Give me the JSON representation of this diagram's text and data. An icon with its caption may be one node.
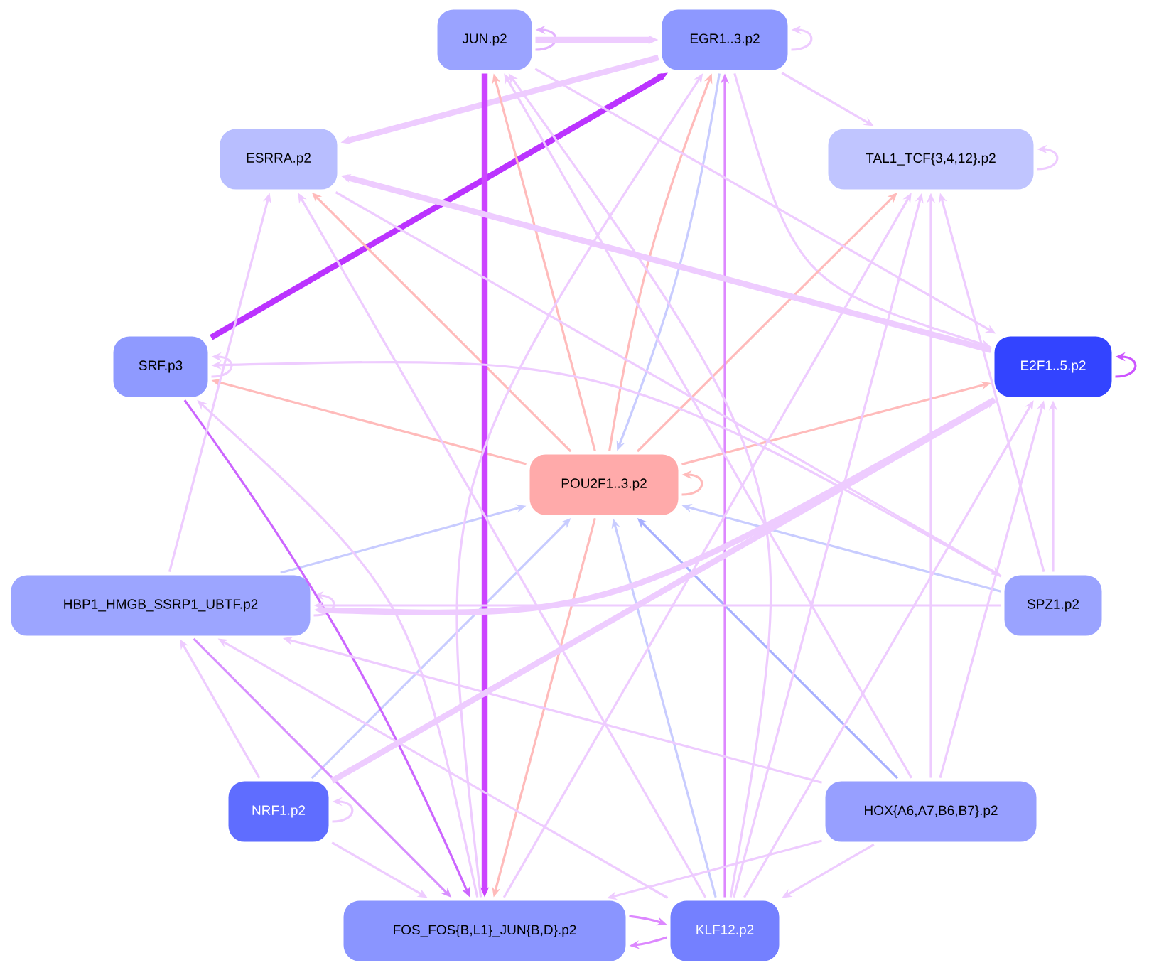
{
  "diagram": {
    "nodes": [
      {
        "text": [
          "JUN.p2"
        ]
      },
      {
        "text": [
          "EGR1..3.p2"
        ]
      },
      {
        "text": [
          "ESRRA.p2"
        ]
      },
      {
        "text": [
          "TAL1_TCF{3,4,12}.p2"
        ]
      },
      {
        "text": [
          "SRF.p3"
        ]
      },
      {
        "text": [
          "E2F1..5.p2"
        ]
      },
      {
        "text": [
          "POU2F1..3.p2"
        ]
      },
      {
        "text": [
          "HBP1_HMGB_SSRP1_UBTF.p2"
        ]
      },
      {
        "text": [
          "SPZ1.p2"
        ]
      },
      {
        "text": [
          "NRF1.p2"
        ]
      },
      {
        "text": [
          "HOX{A6,A7,B6,B7}.p2"
        ]
      },
      {
        "text": [
          "FOS_FOS{B,L1}_JUN{B,D}.p2"
        ]
      },
      {
        "text": [
          "KLF12.p2"
        ]
      }
    ],
    "edges": [
      {
        "from": 0,
        "to": 0,
        "arrow": "to",
        "color": "#e4b4ff"
      },
      {
        "from": 1,
        "to": 1,
        "arrow": "to"
      },
      {
        "from": 3,
        "to": 3,
        "arrow": "to"
      },
      {
        "from": 4,
        "to": 4,
        "arrow": "to"
      },
      {
        "from": 5,
        "to": 5,
        "arrow": "to",
        "color": "#cc55ff"
      },
      {
        "from": 6,
        "to": 6,
        "arrow": "to",
        "color": "#ffbbbb"
      },
      {
        "from": 7,
        "to": 7,
        "arrow": "to"
      },
      {
        "from": 9,
        "to": 9,
        "arrow": "to"
      },
      {
        "from": 0,
        "to": 1,
        "arrow": "to",
        "style": "thick"
      },
      {
        "from": 1,
        "to": 2,
        "arrow": "to",
        "style": "thick"
      },
      {
        "from": 4,
        "to": 1,
        "arrow": "to",
        "style": "thick",
        "color": "#bb33ff"
      },
      {
        "from": 1,
        "to": 3,
        "arrow": "to"
      },
      {
        "from": 1,
        "to": 5,
        "arrow": "to"
      },
      {
        "from": 1,
        "to": 6,
        "arrow": "to",
        "color": "#c8ccff"
      },
      {
        "from": 6,
        "to": 0,
        "arrow": "to",
        "color": "#ffbbbb"
      },
      {
        "from": 6,
        "to": 1,
        "arrow": "to",
        "color": "#ffbbbb"
      },
      {
        "from": 6,
        "to": 2,
        "arrow": "to",
        "color": "#ffbbbb"
      },
      {
        "from": 6,
        "to": 4,
        "arrow": "to",
        "color": "#ffbbbb"
      },
      {
        "from": 6,
        "to": 3,
        "arrow": "to",
        "color": "#ffbbbb"
      },
      {
        "from": 6,
        "to": 5,
        "arrow": "to",
        "color": "#ffbbbb"
      },
      {
        "from": 6,
        "to": 11,
        "arrow": "to",
        "color": "#ffbbbb"
      },
      {
        "from": 8,
        "to": 6,
        "arrow": "to",
        "color": "#c8ccff"
      },
      {
        "from": 10,
        "to": 6,
        "arrow": "to",
        "color": "#a8b0ff"
      },
      {
        "from": 12,
        "to": 6,
        "arrow": "to",
        "color": "#c8ccff"
      },
      {
        "from": 9,
        "to": 6,
        "arrow": "to",
        "color": "#c8ccff"
      },
      {
        "from": 7,
        "to": 6,
        "arrow": "to",
        "color": "#c8ccff"
      },
      {
        "from": 0,
        "to": 11,
        "arrow": "to",
        "style": "thick",
        "color": "#cc44ff"
      },
      {
        "from": 12,
        "to": 1,
        "arrow": "to",
        "color": "#dd88ff"
      },
      {
        "from": 4,
        "to": 11,
        "arrow": "to",
        "color": "#cc66ff"
      },
      {
        "from": 7,
        "to": 11,
        "arrow": "to",
        "color": "#d890ff"
      },
      {
        "from": 11,
        "to": 12,
        "arrow": "to",
        "color": "#dd88ff"
      },
      {
        "from": 12,
        "to": 11,
        "arrow": "to",
        "color": "#dd88ff"
      },
      {
        "from": 10,
        "to": 12,
        "arrow": "to"
      },
      {
        "from": 10,
        "to": 11,
        "arrow": "to"
      },
      {
        "from": 10,
        "to": 7,
        "arrow": "to"
      },
      {
        "from": 10,
        "to": 3,
        "arrow": "to"
      },
      {
        "from": 10,
        "to": 5,
        "arrow": "to"
      },
      {
        "from": 10,
        "to": 0,
        "arrow": "to"
      },
      {
        "from": 8,
        "to": 7,
        "arrow": "to"
      },
      {
        "from": 8,
        "to": 5,
        "arrow": "to"
      },
      {
        "from": 8,
        "to": 3,
        "arrow": "to"
      },
      {
        "from": 8,
        "to": 4,
        "arrow": "to"
      },
      {
        "from": 9,
        "to": 7,
        "arrow": "to"
      },
      {
        "from": 9,
        "to": 11,
        "arrow": "to"
      },
      {
        "from": 9,
        "to": 5,
        "arrow": "to",
        "style": "thick"
      },
      {
        "from": 5,
        "to": 7,
        "arrow": "to",
        "style": "thick"
      },
      {
        "from": 5,
        "to": 2,
        "arrow": "to",
        "style": "thick"
      },
      {
        "from": 2,
        "to": 8,
        "arrow": "to"
      },
      {
        "from": 12,
        "to": 3,
        "arrow": "to"
      },
      {
        "from": 12,
        "to": 0,
        "arrow": "to"
      },
      {
        "from": 12,
        "to": 7,
        "arrow": "to"
      },
      {
        "from": 12,
        "to": 5,
        "arrow": "to"
      },
      {
        "from": 12,
        "to": 2,
        "arrow": "to"
      },
      {
        "from": 11,
        "to": 1,
        "arrow": "to"
      },
      {
        "from": 11,
        "to": 3,
        "arrow": "to"
      },
      {
        "from": 11,
        "to": 4,
        "arrow": "to"
      },
      {
        "from": 7,
        "to": 2,
        "arrow": "to"
      },
      {
        "from": 0,
        "to": 5,
        "arrow": "to"
      }
    ]
  }
}
